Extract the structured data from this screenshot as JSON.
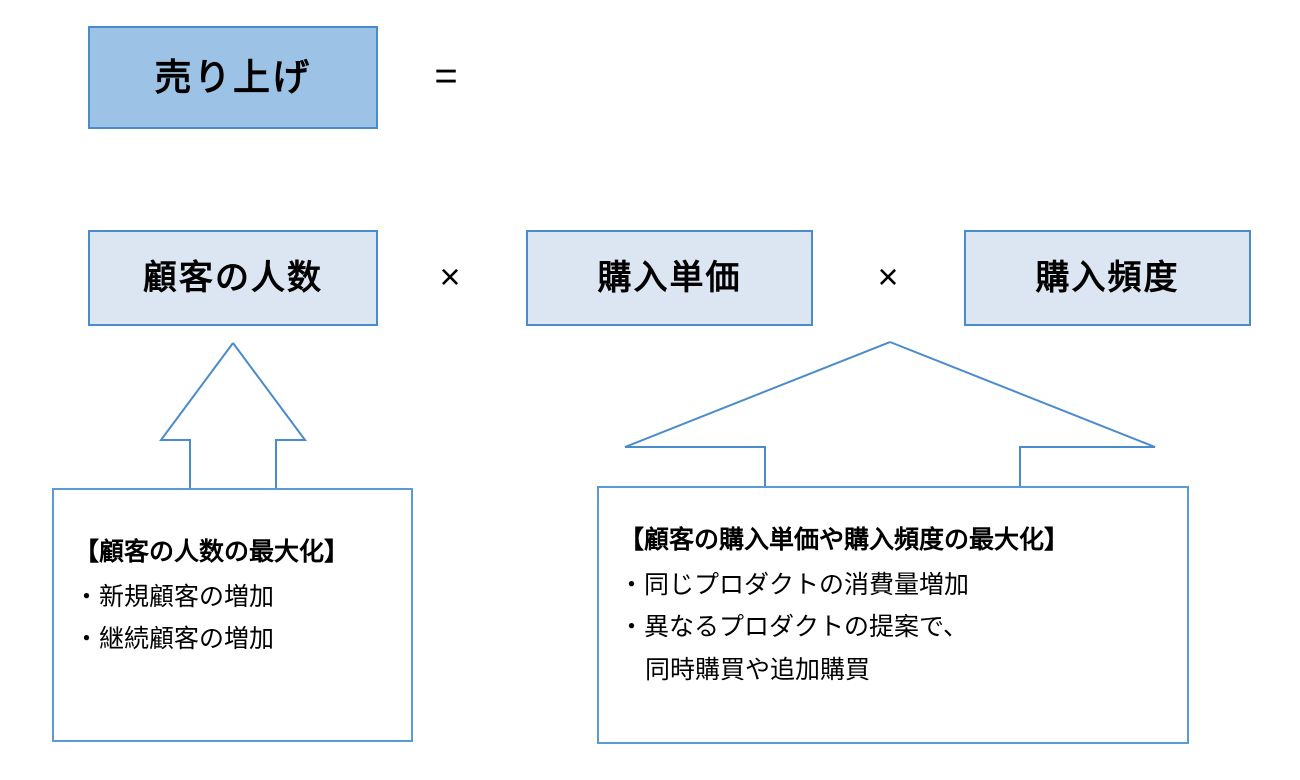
{
  "diagram": {
    "title_box": {
      "label": "売り上げ",
      "fill": "#9CC3E5",
      "border": "#4A8BCB"
    },
    "operators": {
      "equals": "=",
      "times_1": "×",
      "times_2": "×"
    },
    "factors": [
      {
        "label": "顧客の人数",
        "fill": "#DCE6F2",
        "border": "#4A8BCB"
      },
      {
        "label": "購入単価",
        "fill": "#DCE6F2",
        "border": "#4A8BCB"
      },
      {
        "label": "購入頻度",
        "fill": "#DCE6F2",
        "border": "#4A8BCB"
      }
    ],
    "arrows": [
      {
        "name": "arrow-to-customers",
        "stroke": "#4A8BCB",
        "direction": "up"
      },
      {
        "name": "arrow-to-unitprice-frequency",
        "stroke": "#4A8BCB",
        "direction": "up"
      }
    ],
    "panels": [
      {
        "name": "panel-customers",
        "heading": "【顧客の人数の最大化】",
        "lines": [
          "・新規顧客の増加",
          "・継続顧客の増加"
        ],
        "border": "#5B9BD5"
      },
      {
        "name": "panel-unitprice-frequency",
        "heading": "【顧客の購入単価や購入頻度の最大化】",
        "lines": [
          "・同じプロダクトの消費量増加",
          "・異なるプロダクトの提案で、",
          "同時購買や追加購買"
        ],
        "border": "#5B9BD5"
      }
    ]
  }
}
